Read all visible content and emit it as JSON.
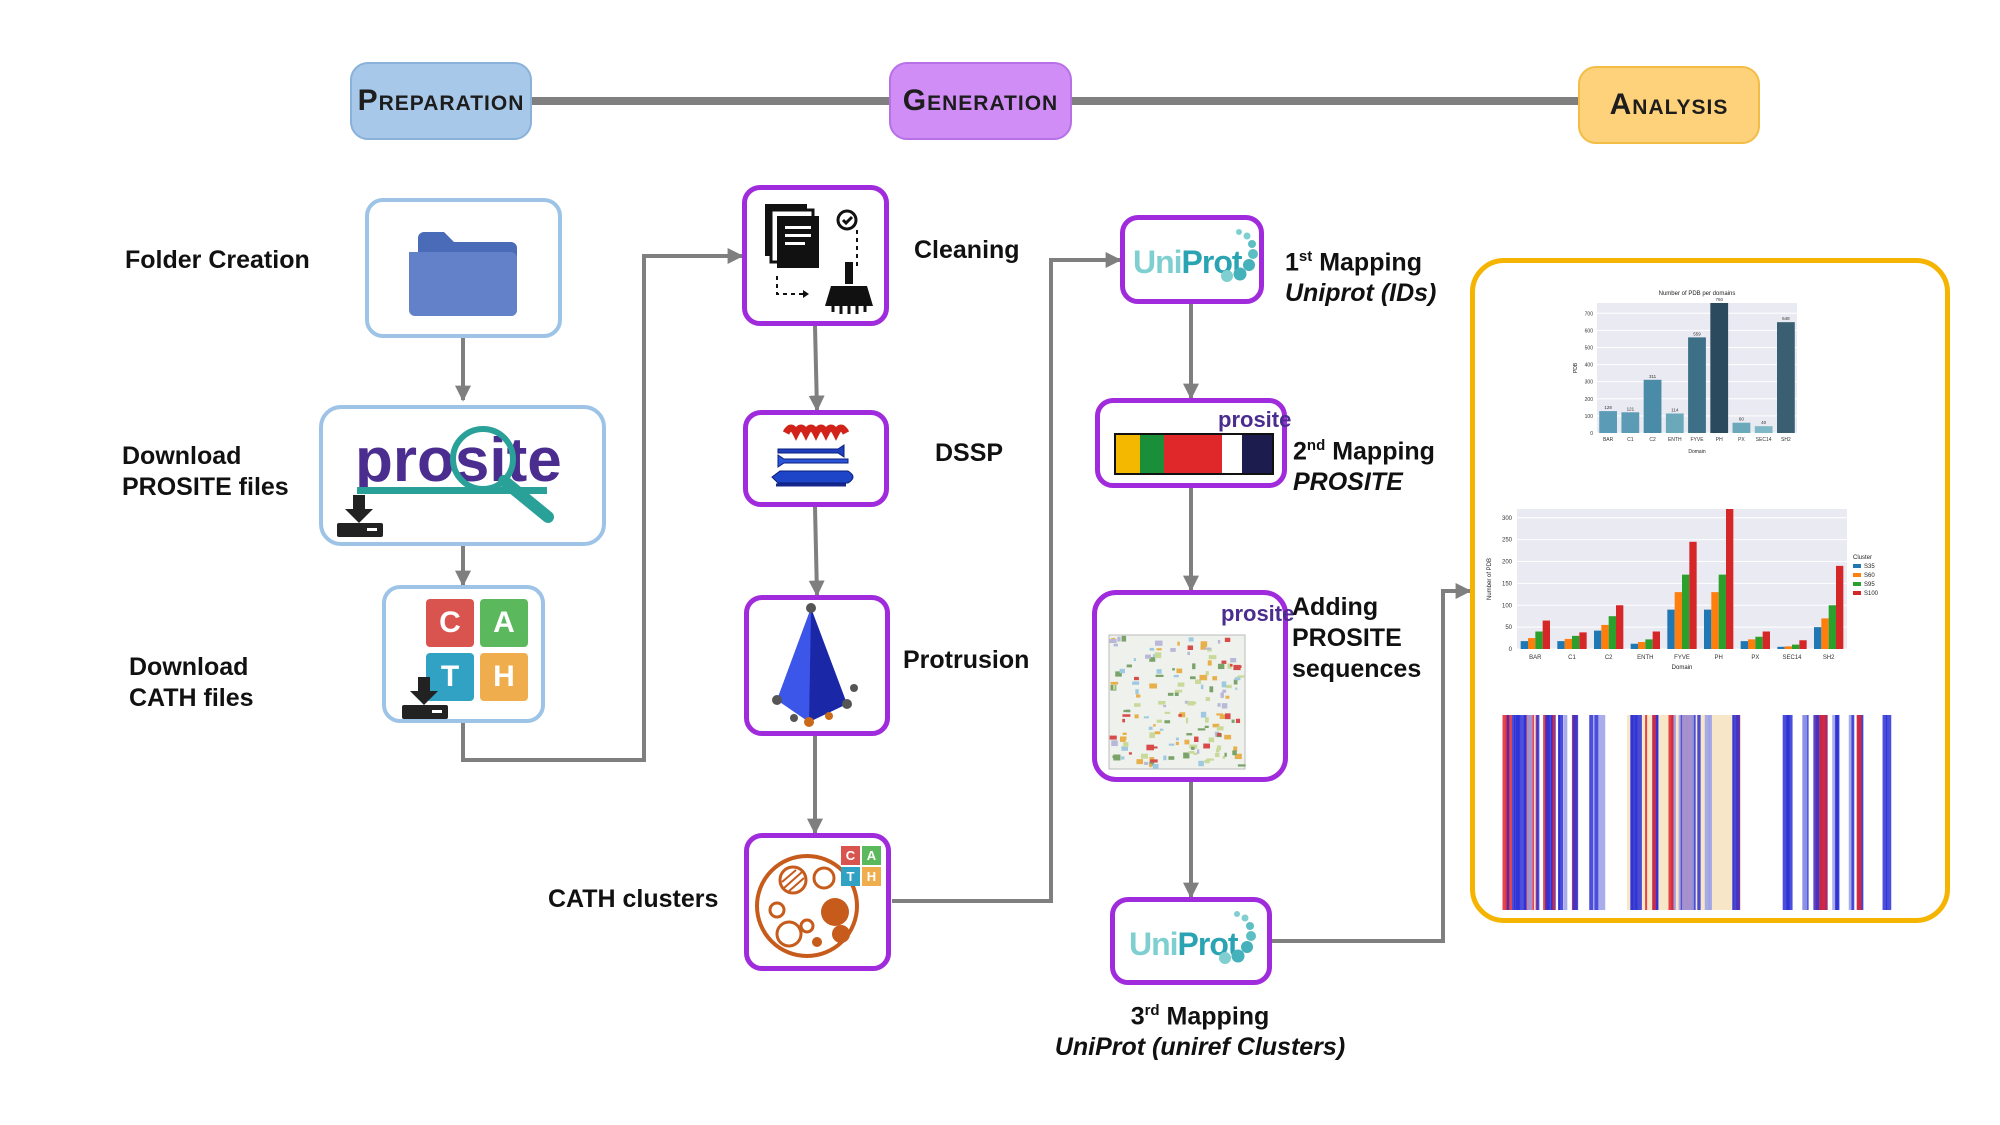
{
  "phases": {
    "preparation": "Preparation",
    "generation": "Generation",
    "analysis": "Analysis"
  },
  "steps": {
    "folder_creation": "Folder Creation",
    "download_prosite_1": "Download",
    "download_prosite_2": "PROSITE files",
    "download_cath_1": "Download",
    "download_cath_2": "CATH files",
    "cleaning": "Cleaning",
    "dssp": "DSSP",
    "protrusion": "Protrusion",
    "cath_clusters": "CATH clusters",
    "mapping1_ord": "1",
    "mapping1_sup": "st",
    "mapping1_title": "Mapping",
    "mapping1_sub": "Uniprot (IDs)",
    "mapping2_ord": "2",
    "mapping2_sup": "nd",
    "mapping2_title": "Mapping",
    "mapping2_sub": "PROSITE",
    "adding_1": "Adding",
    "adding_2": "PROSITE",
    "adding_3": "sequences",
    "mapping3_ord": "3",
    "mapping3_sup": "rd",
    "mapping3_title": "Mapping",
    "mapping3_sub": "UniProt (uniref Clusters)"
  },
  "logos": {
    "prosite": "prosite",
    "prosite_small": "prosite",
    "uniprot_uni": "Uni",
    "uniprot_prot": "Prot",
    "cath_letters": [
      "C",
      "A",
      "T",
      "H"
    ]
  },
  "icons": [
    "folder-icon",
    "download-icon",
    "cleaning-icon",
    "dssp-icon",
    "protrusion-icon",
    "cluster-icon"
  ],
  "colors": {
    "preparation": "#a8c8ea",
    "generation": "#cf8df5",
    "analysis": "#fdd27a",
    "purple_border": "#a02bdc",
    "blue_border": "#9dc3e6",
    "gold_border": "#f4b400",
    "cath_c": "#d9534f",
    "cath_a": "#5cb85c",
    "cath_t": "#31a2c4",
    "cath_h": "#f0ad4e"
  },
  "chart_data": [
    {
      "type": "bar",
      "title": "Number of PDB per domains",
      "xlabel": "Domain",
      "ylabel": "PDB",
      "categories": [
        "BAR",
        "C1",
        "C2",
        "ENTH",
        "FYVE",
        "PH",
        "PX",
        "SEC14",
        "SH2"
      ],
      "values": [
        128,
        121,
        311,
        114,
        559,
        760,
        60,
        40,
        648
      ],
      "ylim": [
        0,
        760
      ],
      "yticks": [
        0,
        100,
        200,
        300,
        400,
        500,
        600,
        700
      ]
    },
    {
      "type": "bar",
      "xlabel": "Domain",
      "ylabel": "Number of PDB",
      "legend_title": "Cluster",
      "legend_position": "right",
      "categories": [
        "BAR",
        "C1",
        "C2",
        "ENTH",
        "FYVE",
        "PH",
        "PX",
        "SEC14",
        "SH2"
      ],
      "ylim": [
        0,
        320
      ],
      "yticks": [
        0,
        50,
        100,
        150,
        200,
        250,
        300
      ],
      "series": [
        {
          "name": "S35",
          "values": [
            18,
            18,
            42,
            12,
            90,
            90,
            18,
            5,
            50
          ],
          "color": "#1f77b4"
        },
        {
          "name": "S60",
          "values": [
            25,
            23,
            55,
            16,
            130,
            130,
            22,
            6,
            70
          ],
          "color": "#ff7f0e"
        },
        {
          "name": "S95",
          "values": [
            40,
            30,
            75,
            22,
            170,
            170,
            28,
            10,
            100
          ],
          "color": "#2ca02c"
        },
        {
          "name": "S100",
          "values": [
            65,
            38,
            100,
            40,
            245,
            320,
            40,
            20,
            190
          ],
          "color": "#d62728"
        }
      ]
    }
  ]
}
